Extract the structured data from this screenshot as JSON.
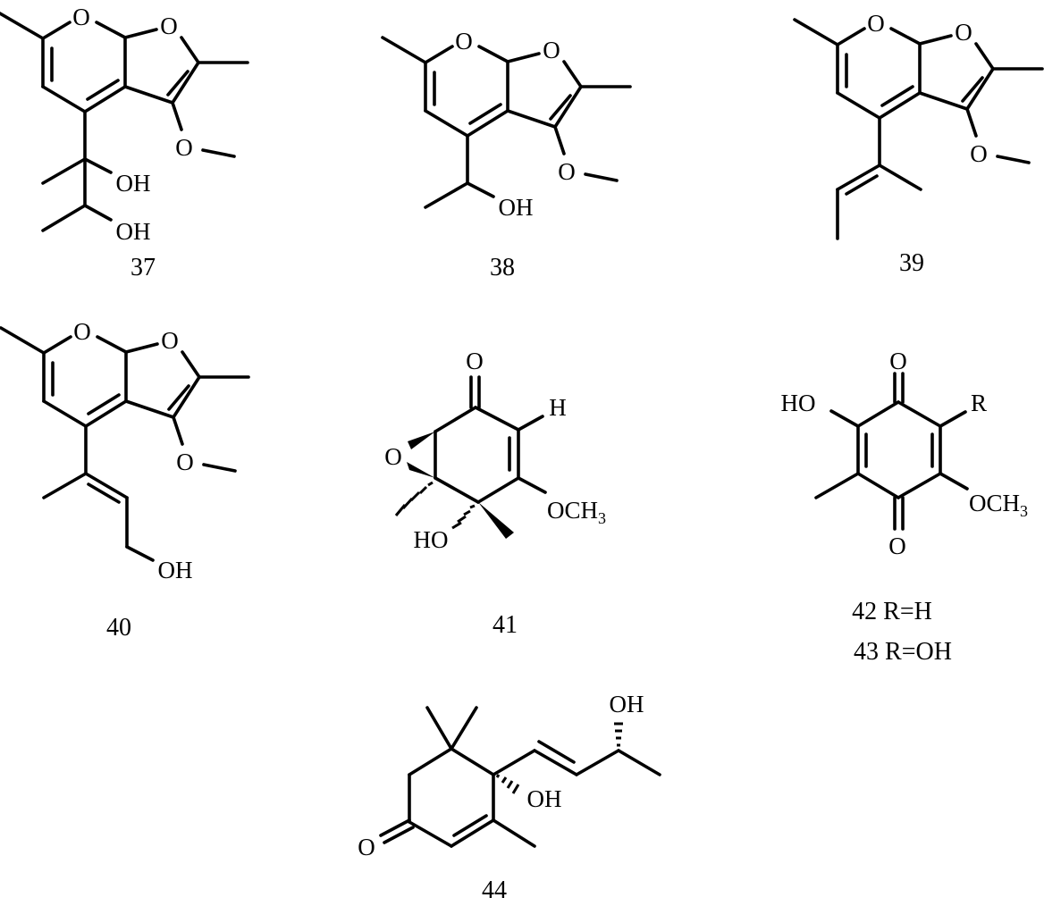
{
  "figure": {
    "compounds": [
      {
        "id": "37",
        "atoms": {
          "o": "O",
          "oh1": "OH",
          "oh2": "OH"
        }
      },
      {
        "id": "38",
        "atoms": {
          "o": "O",
          "oh": "OH"
        }
      },
      {
        "id": "39",
        "atoms": {
          "o": "O"
        }
      },
      {
        "id": "40",
        "atoms": {
          "o": "O",
          "oh": "OH"
        }
      },
      {
        "id": "41",
        "atoms": {
          "o": "O",
          "h": "H",
          "ho": "HO",
          "och": "OCH",
          "sub3": "3"
        }
      },
      {
        "id": "42",
        "caption": "42 R=H",
        "atoms": {
          "o": "O",
          "ho": "HO",
          "r": "R",
          "och": "OCH",
          "sub3": "3"
        }
      },
      {
        "id": "43",
        "caption": "43 R=OH"
      },
      {
        "id": "44",
        "atoms": {
          "o": "O",
          "oh": "OH"
        }
      }
    ]
  }
}
